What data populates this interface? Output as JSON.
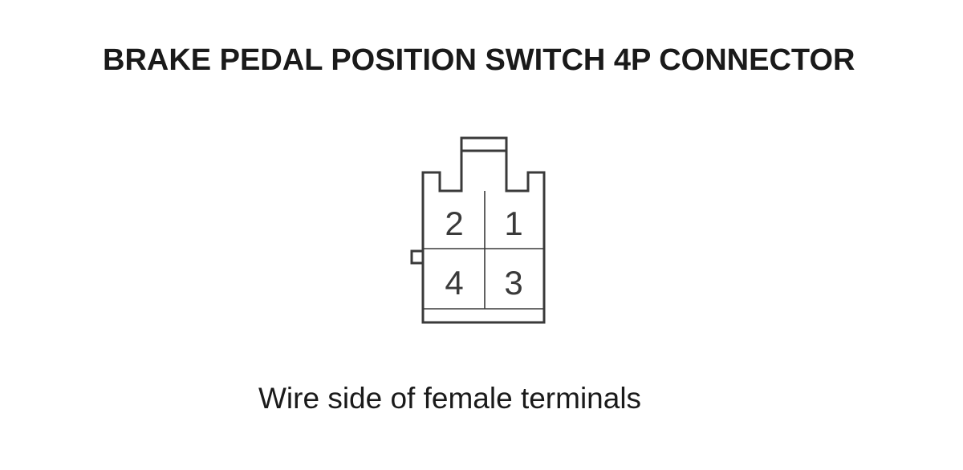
{
  "diagram": {
    "title": "BRAKE PEDAL POSITION SWITCH 4P CONNECTOR",
    "caption": "Wire side of female terminals",
    "terminals": {
      "top_left": "2",
      "top_right": "1",
      "bottom_left": "4",
      "bottom_right": "3"
    },
    "colors": {
      "line": "#3a3a3a",
      "text": "#1a1a1a"
    }
  }
}
